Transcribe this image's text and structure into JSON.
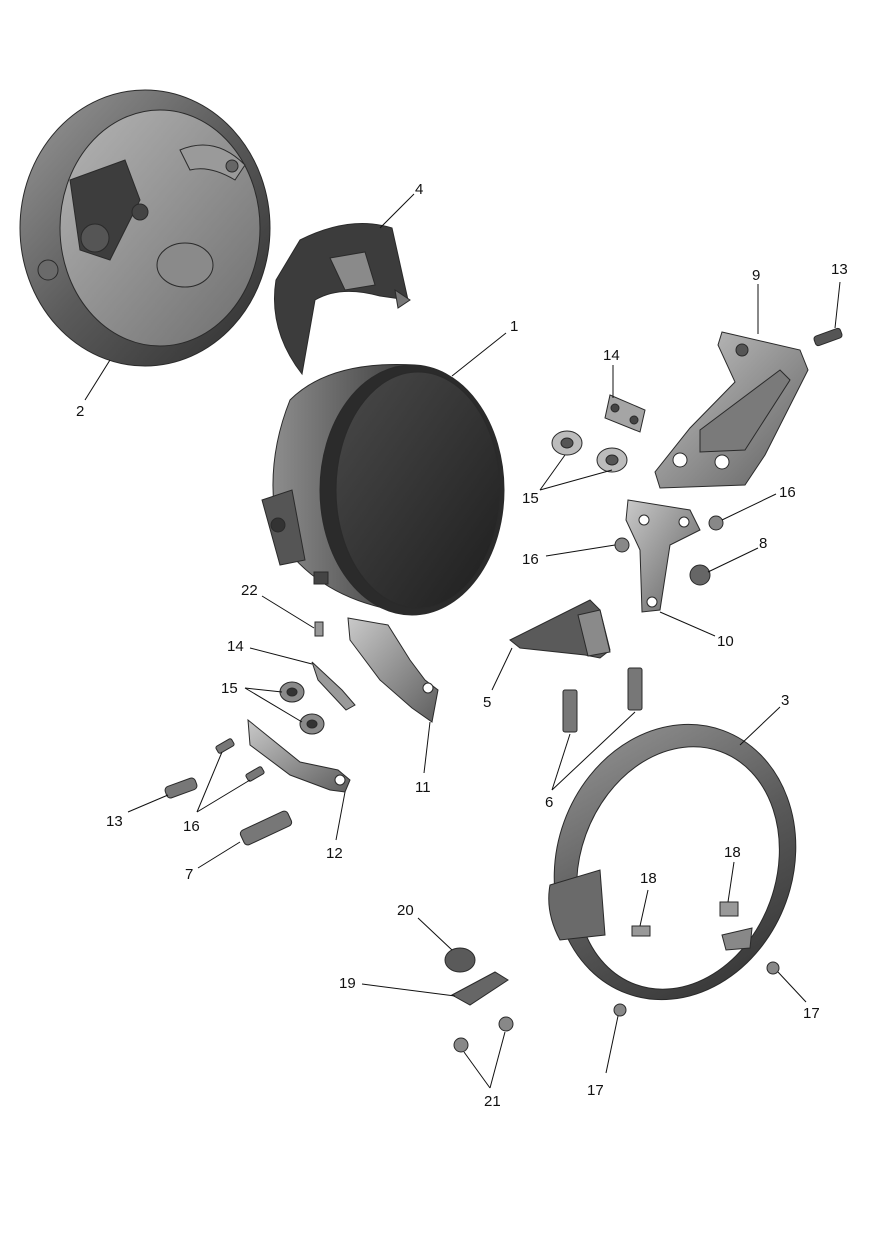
{
  "diagram": {
    "callouts": [
      {
        "id": "c1",
        "label": "1"
      },
      {
        "id": "c2",
        "label": "2"
      },
      {
        "id": "c3",
        "label": "3"
      },
      {
        "id": "c4",
        "label": "4"
      },
      {
        "id": "c5",
        "label": "5"
      },
      {
        "id": "c6",
        "label": "6"
      },
      {
        "id": "c7",
        "label": "7"
      },
      {
        "id": "c8",
        "label": "8"
      },
      {
        "id": "c9",
        "label": "9"
      },
      {
        "id": "c10",
        "label": "10"
      },
      {
        "id": "c11",
        "label": "11"
      },
      {
        "id": "c12",
        "label": "12"
      },
      {
        "id": "c13a",
        "label": "13"
      },
      {
        "id": "c13b",
        "label": "13"
      },
      {
        "id": "c14a",
        "label": "14"
      },
      {
        "id": "c14b",
        "label": "14"
      },
      {
        "id": "c15a",
        "label": "15"
      },
      {
        "id": "c15b",
        "label": "15"
      },
      {
        "id": "c16a",
        "label": "16"
      },
      {
        "id": "c16b",
        "label": "16"
      },
      {
        "id": "c16c",
        "label": "16"
      },
      {
        "id": "c17a",
        "label": "17"
      },
      {
        "id": "c17b",
        "label": "17"
      },
      {
        "id": "c18a",
        "label": "18"
      },
      {
        "id": "c18b",
        "label": "18"
      },
      {
        "id": "c19",
        "label": "19"
      },
      {
        "id": "c20",
        "label": "20"
      },
      {
        "id": "c21",
        "label": "21"
      },
      {
        "id": "c22",
        "label": "22"
      }
    ],
    "colors": {
      "part_dark": "#3a3a3a",
      "part_mid": "#6b6b6b",
      "part_light": "#a8a8a8",
      "line": "#111111"
    }
  }
}
